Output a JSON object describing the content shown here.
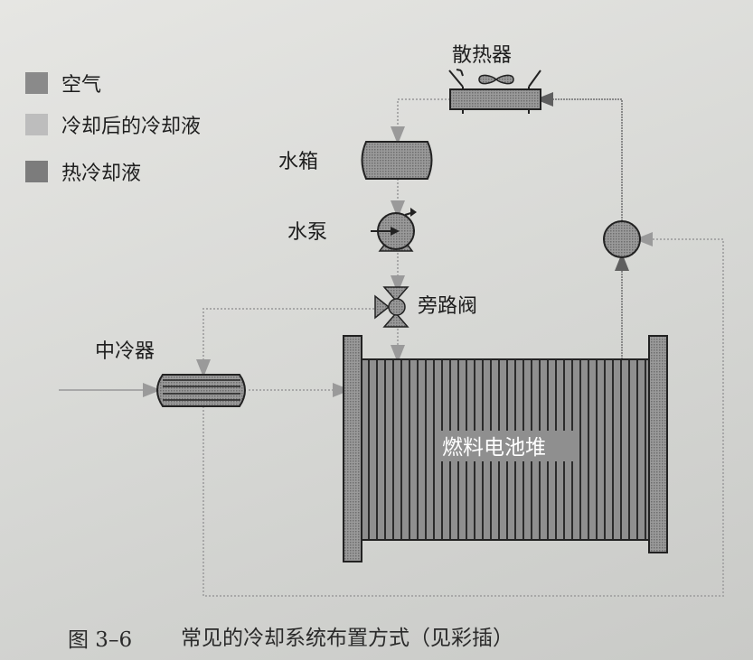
{
  "legend": [
    {
      "label": "空气",
      "color": "#8a8a8a"
    },
    {
      "label": "冷却后的冷却液",
      "color": "#bdbdbd"
    },
    {
      "label": "热冷却液",
      "color": "#7c7c7c"
    }
  ],
  "components": {
    "radiator": "散热器",
    "tank": "水箱",
    "pump": "水泵",
    "bypass_valve": "旁路阀",
    "intercooler": "中冷器",
    "stack": "燃料电池堆"
  },
  "caption": {
    "number": "图 3–6",
    "title": "常见的冷却系统布置方式（见彩插）"
  }
}
